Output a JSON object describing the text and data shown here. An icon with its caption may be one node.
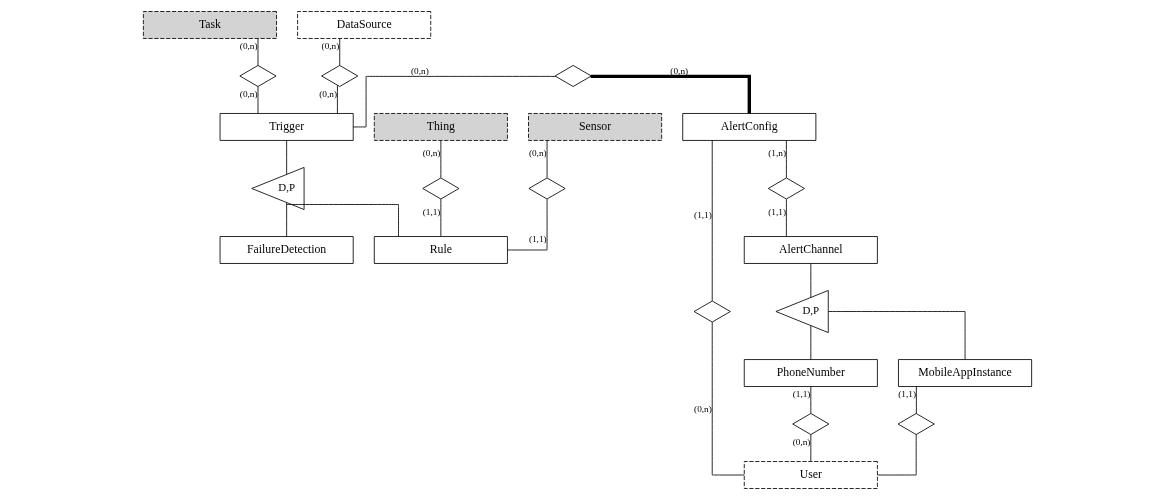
{
  "diagram": {
    "nodes": [
      {
        "text": [
          "Task"
        ]
      },
      {
        "text": [
          "DataSource"
        ]
      },
      {
        "text": [
          "Thing"
        ]
      },
      {
        "text": [
          "Sensor"
        ]
      },
      {
        "text": [],
        "shape": "diamond"
      },
      {
        "text": [],
        "shape": "diamond"
      },
      {
        "text": [],
        "shape": "diamond"
      },
      {
        "text": [],
        "shape": "diamond"
      },
      {
        "text": [
          "Rule"
        ]
      },
      {
        "text": [
          "Trigger"
        ]
      },
      {
        "text": [
          "D,P"
        ]
      },
      {
        "text": [
          "FailureDetection"
        ]
      },
      {
        "text": [],
        "shape": "diamond"
      },
      {
        "text": [
          "AlertConfig"
        ]
      },
      {
        "text": [],
        "shape": "diamond"
      },
      {
        "text": [],
        "shape": "diamond"
      },
      {
        "text": [
          "PhoneNumber"
        ]
      },
      {
        "text": [],
        "shape": "diamond"
      },
      {
        "text": [
          "AlertChannel"
        ]
      },
      {
        "text": [
          "D,P"
        ]
      },
      {
        "text": [
          "User"
        ]
      },
      {
        "text": [
          "MobileAppInstance"
        ]
      },
      {
        "text": [],
        "shape": "diamond"
      }
    ],
    "edges": [
      {
        "from": 0,
        "to": 4,
        "arrow": "none",
        "label": "(0,n)"
      },
      {
        "from": 4,
        "to": 9,
        "arrow": "none",
        "label": "(0,n)"
      },
      {
        "from": 1,
        "to": 5,
        "arrow": "none",
        "label": "(0,n)"
      },
      {
        "from": 5,
        "to": 9,
        "arrow": "none",
        "label": "(0,n)"
      },
      {
        "from": 2,
        "to": 6,
        "arrow": "none",
        "label": "(0,n)"
      },
      {
        "from": 6,
        "to": 8,
        "arrow": "none",
        "label": "(1,1)"
      },
      {
        "from": 3,
        "to": 7,
        "arrow": "none",
        "label": "(0,n)"
      },
      {
        "from": 7,
        "to": 8,
        "arrow": "none",
        "label": "(1,1)"
      },
      {
        "from": 9,
        "to": 10,
        "arrow": "none"
      },
      {
        "from": 10,
        "to": 8,
        "arrow": "none"
      },
      {
        "from": 10,
        "to": 11,
        "arrow": "none"
      },
      {
        "from": 12,
        "to": 9,
        "arrow": "none",
        "label": "(0,n)"
      },
      {
        "from": 12,
        "to": 13,
        "arrow": "none",
        "label": "(0,n)",
        "style": "thick"
      },
      {
        "from": 13,
        "to": 15,
        "arrow": "none",
        "label": "(1,n)"
      },
      {
        "from": 15,
        "to": 18,
        "arrow": "none",
        "label": "(1,1)"
      },
      {
        "from": 13,
        "to": 14,
        "arrow": "none",
        "label": "(1,1)"
      },
      {
        "from": 14,
        "to": 20,
        "arrow": "none",
        "label": "(0,n)"
      },
      {
        "from": 18,
        "to": 19,
        "arrow": "none"
      },
      {
        "from": 19,
        "to": 16,
        "arrow": "none"
      },
      {
        "from": 19,
        "to": 21,
        "arrow": "none"
      },
      {
        "from": 16,
        "to": 17,
        "arrow": "none",
        "label": "(1,1)"
      },
      {
        "from": 17,
        "to": 20,
        "arrow": "none",
        "label": "(0,n)"
      },
      {
        "from": 21,
        "to": 22,
        "arrow": "none",
        "label": "(1,1)"
      },
      {
        "from": 22,
        "to": 20,
        "arrow": "none"
      }
    ]
  }
}
